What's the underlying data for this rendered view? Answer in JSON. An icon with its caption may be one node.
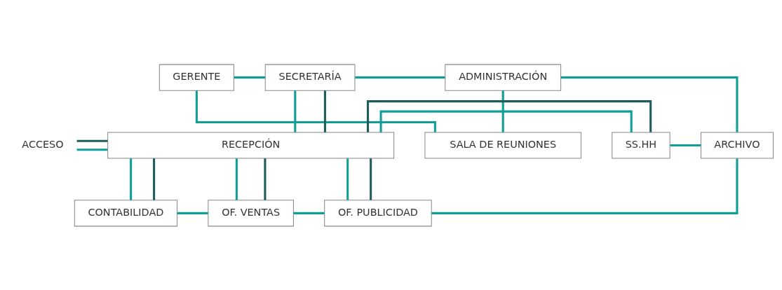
{
  "diagram": {
    "nodes": [
      {
        "text": [
          "SALA DE REUNIONES"
        ]
      },
      {
        "text": [
          "GERENTE"
        ]
      },
      {
        "text": [
          "SECRETARÍA"
        ]
      },
      {
        "text": [
          "ADMINISTRACIÓN"
        ]
      },
      {
        "text": [
          "ACCESO"
        ]
      },
      {
        "text": [
          "RECEPCIÓN"
        ]
      },
      {
        "text": [
          "SS.HH"
        ]
      },
      {
        "text": [
          "ARCHIVO"
        ]
      },
      {
        "text": [
          "CONTABILIDAD"
        ]
      },
      {
        "text": [
          "OF. VENTAS"
        ]
      },
      {
        "text": [
          "OF. PUBLICIDAD"
        ]
      }
    ],
    "edges": [
      {
        "from": 1,
        "to": 0,
        "arrow": "none"
      },
      {
        "from": 3,
        "to": 0,
        "arrow": "none"
      },
      {
        "from": 1,
        "to": 2,
        "arrow": "none"
      },
      {
        "from": 2,
        "to": 3,
        "arrow": "none"
      },
      {
        "from": 3,
        "to": 7,
        "arrow": "none"
      },
      {
        "from": 2,
        "to": 5,
        "arrow": "none"
      },
      {
        "from": 2,
        "to": 5,
        "arrow": "none",
        "color": "#1d5e5a"
      },
      {
        "from": 4,
        "to": 5,
        "arrow": "none",
        "color": "#1d5e5a"
      },
      {
        "from": 4,
        "to": 5,
        "arrow": "none"
      },
      {
        "from": 5,
        "to": 6,
        "arrow": "none",
        "color": "#1d5e5a"
      },
      {
        "from": 5,
        "to": 6,
        "arrow": "none"
      },
      {
        "from": 6,
        "to": 7,
        "arrow": "none"
      },
      {
        "from": 5,
        "to": 8,
        "arrow": "none"
      },
      {
        "from": 5,
        "to": 8,
        "arrow": "none",
        "color": "#1d5e5a"
      },
      {
        "from": 5,
        "to": 9,
        "arrow": "none"
      },
      {
        "from": 5,
        "to": 9,
        "arrow": "none",
        "color": "#1d5e5a"
      },
      {
        "from": 5,
        "to": 10,
        "arrow": "none"
      },
      {
        "from": 5,
        "to": 10,
        "arrow": "none",
        "color": "#1d5e5a"
      },
      {
        "from": 8,
        "to": 9,
        "arrow": "none"
      },
      {
        "from": 9,
        "to": 10,
        "arrow": "none"
      },
      {
        "from": 10,
        "to": 7,
        "arrow": "none"
      }
    ]
  }
}
